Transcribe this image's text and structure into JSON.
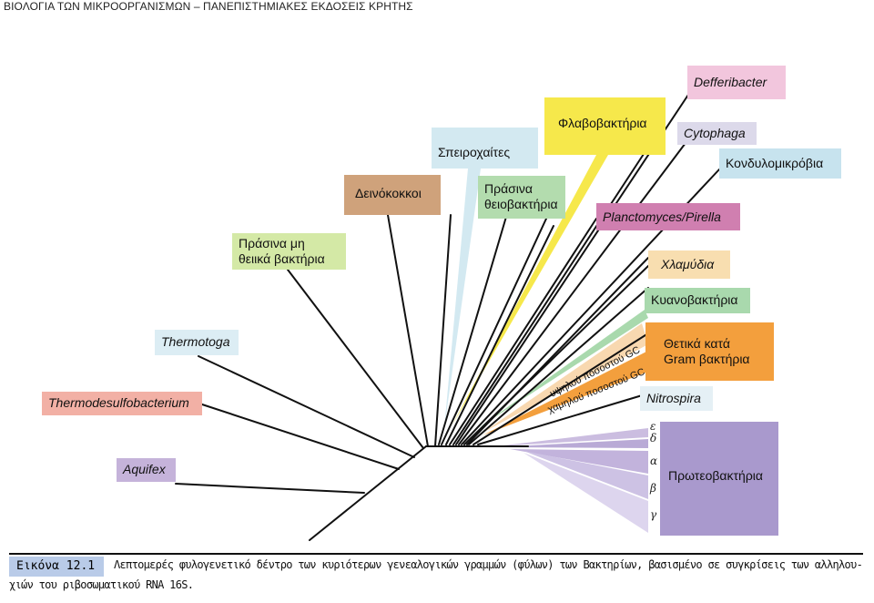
{
  "header": "ΒΙΟΛΟΓΙΑ ΤΩΝ ΜΙΚΡΟΟΡΓΑΝΙΣΜΩΝ – ΠΑΝΕΠΙΣΤΗΜΙΑΚΕΣ ΕΚΔΟΣΕΙΣ ΚΡΗΤΗΣ",
  "labels": {
    "defferibacter": "Defferibacter",
    "flavobacteria": "Φλαβοβακτήρια",
    "cytophaga": "Cytophaga",
    "spirochetes": "Σπειροχαίτες",
    "chondromyces": "Κονδυλομικρόβια",
    "deinococci": "Δεινόκοκκοι",
    "green_sulfur_1": "Πράσινα",
    "green_sulfur_2": "θειοβακτήρια",
    "planctomyces": "Planctomyces/Pirella",
    "green_nonsulfur_1": "Πράσινα μη",
    "green_nonsulfur_2": "θειικά βακτήρια",
    "chlamydia": "Χλαμύδια",
    "cyanobacteria": "Κυανοβακτήρια",
    "thermotoga": "Thermotoga",
    "gram_pos_1": "Θετικά κατά",
    "gram_pos_2": "Gram βακτήρια",
    "high_gc": "υψηλού ποσοστού GC",
    "low_gc": "χαμηλού ποσοστού GC",
    "thermodesulfobacterium": "Thermodesulfobacterium",
    "nitrospira": "Nitrospira",
    "aquifex": "Aquifex",
    "proteobacteria": "Πρωτεοβακτήρια",
    "epsilon": "ε",
    "delta": "δ",
    "alpha": "α",
    "beta": "β",
    "gamma": "γ"
  },
  "colors": {
    "defferibacter": "#f2c6dd",
    "flavobacteria": "#f6e84b",
    "cytophaga": "#dcd9ea",
    "spirochetes": "#d3e9f1",
    "chondromyces": "#c7e3ee",
    "deinococci": "#cfa27b",
    "green_sulfur": "#b3dcae",
    "planctomyces": "#d07fb0",
    "green_nonsulfur": "#d4e9a6",
    "chlamydia": "#f8deb0",
    "cyanobacteria": "#a9d9ad",
    "thermotoga": "#dcedf4",
    "gram_positive": "#f39f3d",
    "thermodesulfobacterium": "#f2b0a5",
    "nitrospira": "#e5f0f5",
    "aquifex": "#c5b3da",
    "proteobacteria": "#a999cd",
    "caption_badge": "#b9cbe8"
  },
  "caption": {
    "figure": "Εικόνα 12.1",
    "line1": "Λεπτομερές φυλογενετικό δέντρο των κυριότερων γενεαλογικών γραμμών (φύλων) των Βακτηρίων, βασισμένο σε συγκρίσεις των αλληλου-",
    "line2": "χιών του ριβοσωματικού RNA 16S."
  }
}
